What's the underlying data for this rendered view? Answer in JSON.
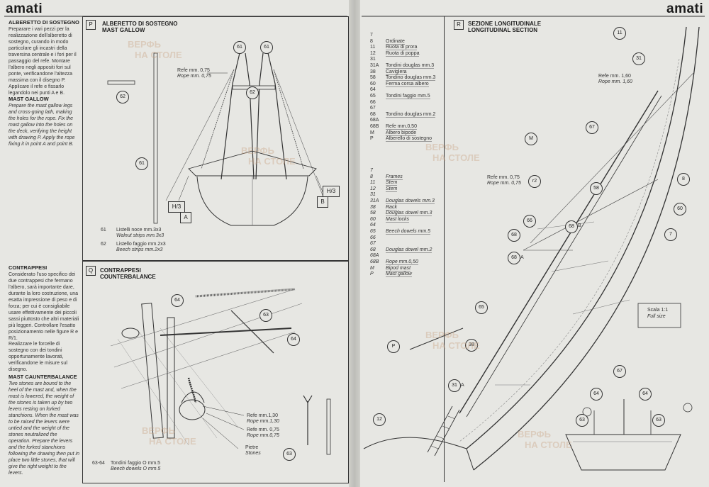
{
  "brand": {
    "left": "amati",
    "right": "amati"
  },
  "watermark": {
    "line1": "ВЕРФЬ",
    "line2": "НА СТОЛЕ"
  },
  "left_column": {
    "title_it": "ALBERETTO DI SOSTEGNO",
    "body_it": "Preparare i vari pezzi per la realizzazione dell'alberetto di sostegno, curando in modo particolare gli incastri della traversina centrale e i fori per il passaggio del refe. Montare l'albero negli appositi fori sul ponte, verificandone l'altezza massima con il disegno P. Applicare il refe e fissarlo legandolo nei punti A e B.",
    "title_en": "MAST GALLOW",
    "body_en": "Prepare the mast gallow legs and cross-going lath, making the holes for the rope. Fix the mast gallow into the holes on the deck, verifying the height with drawing P. Apply the rope fixing it in point A and point B.",
    "title2_it": "CONTRAPPESI",
    "body2_it": "Considerato l'uso specifico dei due contrappesi che fermano l'albero, sarà importante dare, durante la loro costruzione, una esatta impressione di peso e di forza; per cui è consigliabile usare effettivamente dei piccoli sassi piuttosto che altri materiali più leggeri. Controllare l'esatto posizionamento nelle figure R e R/1.",
    "body2b_it": "Realizzare le forcelle di sostegno con dei tondini opportunamente lavorati, verificandone le misure sul disegno.",
    "title2_en": "MAST CAUNTERBALANCE",
    "body2_en": "Two stones are bound to the heel of the mast and, when the mast is lowered, the weight of the stones is taken up by two levers resting on forked stanchions. When the mast was to be raised the levers were untied and the weight of the stones neutralized the operation. Prepare the levers and the forked stanchions following the drawing then put in place two little stones, that will give the right weight to the levers."
  },
  "panel_p": {
    "letter": "P",
    "title_it": "ALBERETTO DI SOSTEGNO",
    "title_en": "MAST GALLOW",
    "callouts": [
      "61",
      "61",
      "62",
      "62",
      "61"
    ],
    "refe_it": "Refe mm. 0,75",
    "refe_en": "Rope mm. 0,75",
    "tag_h3_left": "H/3",
    "tag_a": "A",
    "tag_h3_right": "H/3",
    "tag_b": "B",
    "legend": [
      {
        "n": "61",
        "it": "Listelli noce mm.3x3",
        "en": "Walnut strips mm.3x3"
      },
      {
        "n": "62",
        "it": "Listello faggio mm.2x3",
        "en": "Beech strips mm.2x3"
      }
    ]
  },
  "panel_q": {
    "letter": "Q",
    "title_it": "CONTRAPPESI",
    "title_en": "COUNTERBALANCE",
    "callouts": [
      "64",
      "63",
      "64",
      "63"
    ],
    "refe1_it": "Refe mm.1,30",
    "refe1_en": "Rope mm.1,30",
    "refe2_it": "Refe mm. 0,75",
    "refe2_en": "Rope mm.0,75",
    "stones_it": "Pietre",
    "stones_en": "Stones",
    "legend_n": "63-64",
    "legend_it": "Tondini faggio O mm.5",
    "legend_en": "Beech dowels O mm.5"
  },
  "legend_it": [
    {
      "n": "7",
      "t": ""
    },
    {
      "n": "8",
      "t": "Ordinate"
    },
    {
      "n": "11",
      "t": "Ruota di prora"
    },
    {
      "n": "12",
      "t": "Ruota di poppa"
    },
    {
      "n": "31",
      "t": ""
    },
    {
      "n": "31A",
      "t": "Tondini douglas mm.3"
    },
    {
      "n": "38",
      "t": "Caviglera"
    },
    {
      "n": "58",
      "t": "Tondino douglas mm.3"
    },
    {
      "n": "60",
      "t": "Ferma corsa albero"
    },
    {
      "n": "64",
      "t": ""
    },
    {
      "n": "65",
      "t": "Tondini faggio mm.5"
    },
    {
      "n": "66",
      "t": ""
    },
    {
      "n": "67",
      "t": ""
    },
    {
      "n": "68",
      "t": "Tondino douglas mm.2"
    },
    {
      "n": "68A",
      "t": ""
    },
    {
      "n": "68B",
      "t": "Refe mm.0,50"
    },
    {
      "n": "M",
      "t": "Albero bipode"
    },
    {
      "n": "P",
      "t": "Alberello di sostegno"
    }
  ],
  "legend_en": [
    {
      "n": "7",
      "t": ""
    },
    {
      "n": "8",
      "t": "Frames"
    },
    {
      "n": "11",
      "t": "Stem"
    },
    {
      "n": "12",
      "t": "Stem"
    },
    {
      "n": "31",
      "t": ""
    },
    {
      "n": "31A",
      "t": "Douglas dowels mm.3"
    },
    {
      "n": "38",
      "t": "Rack"
    },
    {
      "n": "58",
      "t": "Douglas dowel mm.3"
    },
    {
      "n": "60",
      "t": "Mast locks"
    },
    {
      "n": "64",
      "t": ""
    },
    {
      "n": "65",
      "t": "Beech dowels mm.5"
    },
    {
      "n": "66",
      "t": ""
    },
    {
      "n": "67",
      "t": ""
    },
    {
      "n": "68",
      "t": "Douglas dowel mm.2"
    },
    {
      "n": "68A",
      "t": ""
    },
    {
      "n": "68B",
      "t": "Rope mm.0,50"
    },
    {
      "n": "M",
      "t": "Bipod mast"
    },
    {
      "n": "P",
      "t": "Mast gallow"
    }
  ],
  "panel_r": {
    "letter": "R",
    "title_it": "SEZIONE LONGITUDINALE",
    "title_en": "LONGITUDINAL SECTION",
    "refe1_it": "Refe mm. 1,60",
    "refe1_en": "Rope mm. 1,60",
    "refe2_it": "Refe mm. 0,75",
    "refe2_en": "Rope mm. 0,75",
    "scale_it": "Scala 1:1",
    "scale_en": "Full size",
    "callouts": [
      "11",
      "31",
      "67",
      "M",
      "r2",
      "8",
      "58",
      "60",
      "7",
      "66",
      "68",
      "68",
      "68",
      "65",
      "38",
      "P",
      "31",
      "12",
      "67",
      "64",
      "64",
      "63",
      "63"
    ],
    "label_b": "B",
    "label_a": "A",
    "label_a2": "A"
  }
}
